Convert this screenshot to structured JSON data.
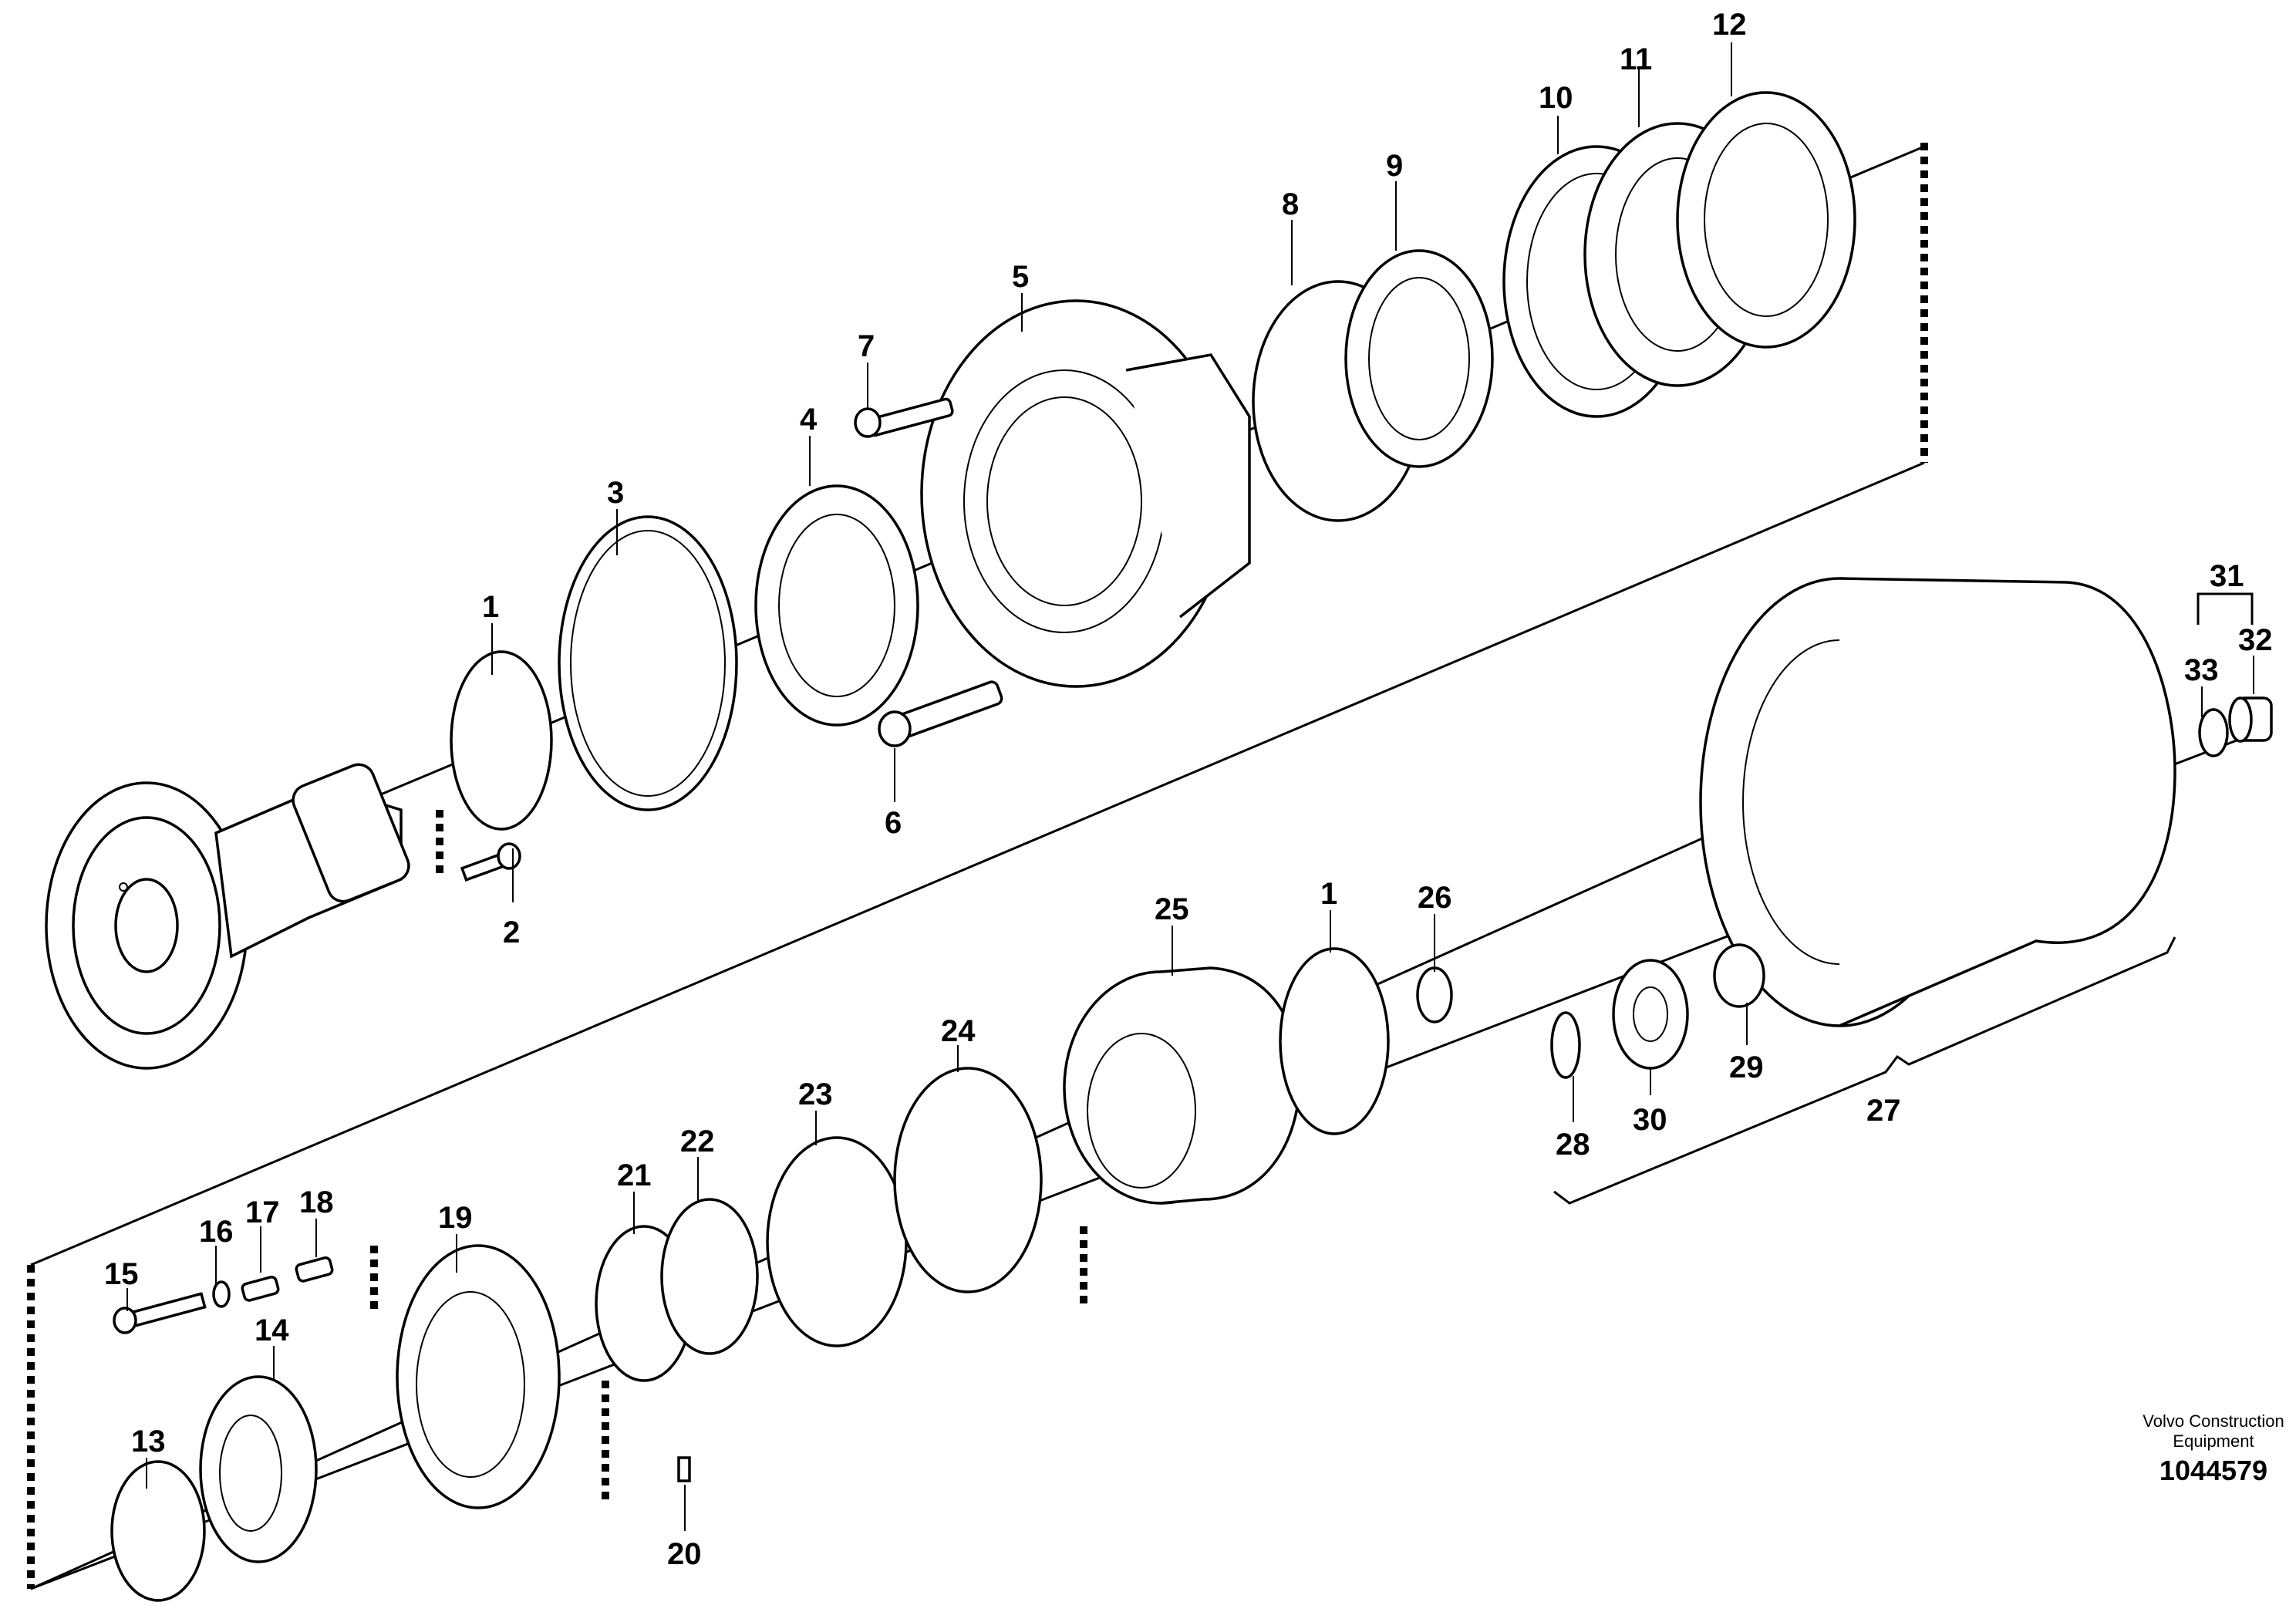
{
  "callouts": [
    "1",
    "2",
    "3",
    "4",
    "5",
    "6",
    "7",
    "8",
    "9",
    "10",
    "11",
    "12",
    "13",
    "14",
    "15",
    "16",
    "17",
    "18",
    "19",
    "20",
    "21",
    "22",
    "23",
    "24",
    "25",
    "1",
    "26",
    "27",
    "28",
    "29",
    "30",
    "31",
    "32",
    "33"
  ],
  "brand": "Volvo Construction\nEquipment",
  "drawing_number": "1044579"
}
